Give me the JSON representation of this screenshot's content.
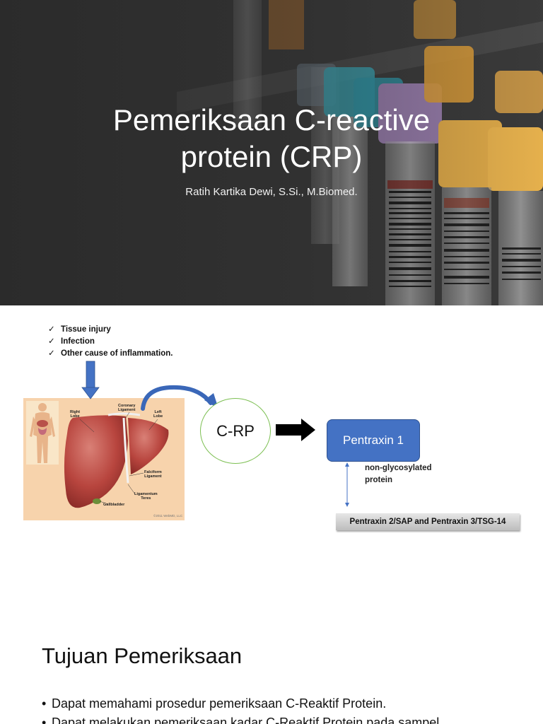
{
  "slide1": {
    "title_line1": "Pemeriksaan  C-reactive",
    "title_line2": "protein (CRP)",
    "subtitle": "Ratih Kartika Dewi, S.Si., M.Biomed."
  },
  "slide2": {
    "causes": [
      "Tissue injury",
      "Infection",
      "Other cause of inflammation."
    ],
    "liver_labels": {
      "right_lobe": "Right\nLobe",
      "coronary_ligament": "Coronary\nLigament",
      "left_lobe": "Left\nLobe",
      "falciform_ligament": "Falciform\nLigament",
      "ligamentum_teres": "Ligamentum\nTeres",
      "gallbladder": "Gallbladder",
      "copyright": "©2011 WebMD, LLC"
    },
    "crp_label": "C-RP",
    "pentraxin1_label": "Pentraxin 1",
    "nonglyco_label": "non-glycosylated protein",
    "pentraxin_other_label": "Pentraxin 2/SAP and Pentraxin 3/TSG-14",
    "colors": {
      "pentraxin_box": "#4472c4",
      "arrow_blue": "#4472c4",
      "circle_border": "#7cbf52"
    }
  },
  "slide3": {
    "title": "Tujuan Pemeriksaan",
    "bullets": [
      "Dapat memahami prosedur pemeriksaan C-Reaktif Protein.",
      "Dapat melakukan pemeriksaan kadar C-Reaktif Protein pada sampel"
    ]
  }
}
